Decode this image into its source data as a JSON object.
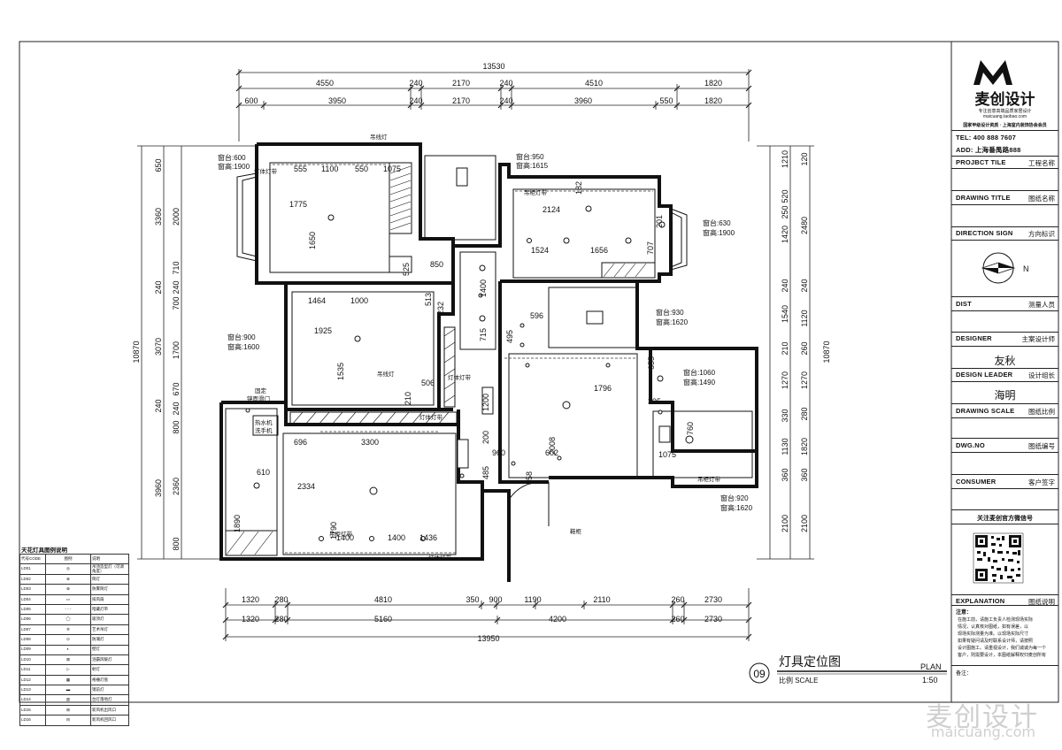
{
  "drawing": {
    "title": "灯具定位图",
    "sheet_no": "09",
    "scale_label": "比例 SCALE",
    "plan_label": "PLAN",
    "scale_value": "1:50"
  },
  "dimensions": {
    "top_total": "13530",
    "top_row1": [
      "4550",
      "240",
      "2170",
      "240",
      "4510",
      "1820"
    ],
    "top_row2": [
      "600",
      "3950",
      "240",
      "2170",
      "240",
      "3960",
      "550",
      "1820"
    ],
    "bottom_row1": [
      "1320",
      "280",
      "4810",
      "350",
      "900",
      "1190",
      "2110",
      "260",
      "2730"
    ],
    "bottom_row2": [
      "1320",
      "280",
      "5160",
      "4200",
      "260",
      "2730"
    ],
    "bottom_total": "13950",
    "left_total": "10870",
    "left_outer": [
      "650",
      "3360",
      "240",
      "3070",
      "240",
      "3960"
    ],
    "left_inner": [
      "2000",
      "710",
      "240",
      "700",
      "1700",
      "670",
      "240",
      "800",
      "2360",
      "800"
    ],
    "right_total": "10870",
    "right_outer": [
      "1210",
      "520",
      "250",
      "1420",
      "240",
      "1540",
      "210",
      "1270",
      "330",
      "1130",
      "360",
      "2100"
    ],
    "right_inner": [
      "120",
      "2480",
      "240",
      "1120",
      "260",
      "1270",
      "280",
      "1820",
      "360",
      "2100"
    ]
  },
  "plan_labels": {
    "windows": [
      {
        "sill": "窗台:600",
        "height": "窗高:1900"
      },
      {
        "sill": "窗台:950",
        "height": "窗高:1615"
      },
      {
        "sill": "窗台:630",
        "height": "窗高:1900"
      },
      {
        "sill": "窗台:930",
        "height": "窗高:1620"
      },
      {
        "sill": "窗台:900",
        "height": "窗高:1600"
      },
      {
        "sill": "窗台:1060",
        "height": "窗高:1490"
      },
      {
        "sill": "窗台:920",
        "height": "窗高:1620"
      }
    ],
    "room_dims": [
      "555",
      "1100",
      "550",
      "1075",
      "1775",
      "1650",
      "525",
      "850",
      "182",
      "2124",
      "1524",
      "1656",
      "707",
      "201",
      "1400",
      "1464",
      "1000",
      "513",
      "232",
      "596",
      "1925",
      "1535",
      "715",
      "495",
      "506",
      "210",
      "1796",
      "395",
      "655",
      "1200",
      "696",
      "3300",
      "200",
      "960",
      "602",
      "2008",
      "760",
      "1075",
      "610",
      "2334",
      "1790",
      "458",
      "485",
      "1890",
      "1400",
      "1400",
      "1436"
    ],
    "notes": [
      "吊线灯",
      "吊线灯",
      "吊柜灯带",
      "灯体灯带",
      "灯体灯带",
      "灯体灯带",
      "灯体灯带",
      "吊柜灯带",
      "吊柜灯带",
      "鞋柜"
    ],
    "fixture_box": [
      "固定",
      "镜面滑门"
    ],
    "appliance_box": [
      "热水机",
      "洗手机"
    ]
  },
  "title_block": {
    "brand": "麦创设计",
    "brand_sub1": "专注创意高端品质家居设计",
    "brand_sub2": "maicuang.taobao.com",
    "brand_sub3": "国家甲级设计资质 · 上海室内装饰协会会员",
    "tel": "TEL: 400 888 7607",
    "addr": "ADD: 上海番禺路888",
    "rows": [
      {
        "label": "PROJBCT TILE",
        "value": "工程名称"
      },
      {
        "label": "DRAWING TITLE",
        "value": "图纸名称"
      },
      {
        "label": "DIRECTION SIGN",
        "value": "方向标识"
      },
      {
        "label": "DIST",
        "value": "测量人员"
      },
      {
        "label": "DESIGNER",
        "value": "主案设计师"
      },
      {
        "label": "DESIGN LEADER",
        "value": "设计组长"
      },
      {
        "label": "DRAWING SCALE",
        "value": "图纸比例"
      },
      {
        "label": "DWG.NO",
        "value": "图纸编号"
      },
      {
        "label": "CONSUMER",
        "value": "客户签字"
      },
      {
        "label": "EXPLANATION",
        "value": "图纸说明"
      }
    ],
    "designer_name": "友秋",
    "leader_name": "海明",
    "north_letter": "N",
    "wechat_label": "关注麦创官方微信号",
    "notes_title": "注意：",
    "notes_lines": [
      "在施工前，请施工负责人检测现场实际",
      "情况，认真核对图纸，如有误差，以",
      "现场实际测量为准。以现场实际尺寸",
      "如果有疑问请及时联系设计师，请按照",
      "设计图施工。请重视设计，我们诚诚为每一个",
      "客户，则需要设计，本图纸解释权归麦创所有"
    ],
    "remark": "备注："
  },
  "legend": {
    "title": "天花灯具图例说明",
    "header": [
      "代号CODE",
      "图例",
      "说明"
    ],
    "rows": [
      {
        "code": "LD01",
        "desc": "吊顶造型灯（可调角度）"
      },
      {
        "code": "LD02",
        "desc": "筒灯"
      },
      {
        "code": "LD03",
        "desc": "防雾筒灯"
      },
      {
        "code": "LD04",
        "desc": "排风扇"
      },
      {
        "code": "LD05",
        "desc": "暗藏灯带"
      },
      {
        "code": "LD06",
        "desc": "吸顶灯"
      },
      {
        "code": "LD07",
        "desc": "艺术吊灯"
      },
      {
        "code": "LD08",
        "desc": "防潮灯"
      },
      {
        "code": "LD09",
        "desc": "壁灯"
      },
      {
        "code": "LD10",
        "desc": "浴霸风暖灯"
      },
      {
        "code": "LD11",
        "desc": "射灯"
      },
      {
        "code": "LD12",
        "desc": "格栅灯盘"
      },
      {
        "code": "LD13",
        "desc": "镜前灯"
      },
      {
        "code": "LD14",
        "desc": "台灯落地灯"
      },
      {
        "code": "LD15",
        "desc": "新风机出风口"
      },
      {
        "code": "LD16",
        "desc": "新风机回风口"
      }
    ]
  },
  "watermark": {
    "cn": "麦创设计",
    "en": "maicuang.com"
  }
}
